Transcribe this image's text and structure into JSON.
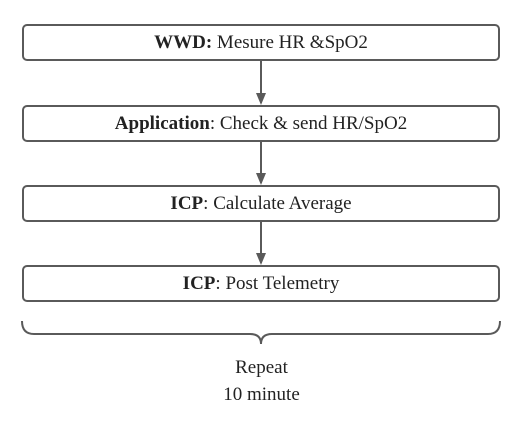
{
  "steps": [
    {
      "actor": "WWD",
      "separator": ":",
      "action": " Mesure HR &SpO2"
    },
    {
      "actor": "Application",
      "separator": ":",
      "action": " Check & send HR/SpO2"
    },
    {
      "actor": "ICP",
      "separator": ":",
      "action": " Calculate Average"
    },
    {
      "actor": "ICP",
      "separator": ":",
      "action": " Post Telemetry"
    }
  ],
  "repeat": {
    "line1": "Repeat",
    "line2": "10 minute"
  },
  "colors": {
    "stroke": "#5a5a5a",
    "text": "#222222",
    "background": "#ffffff"
  }
}
